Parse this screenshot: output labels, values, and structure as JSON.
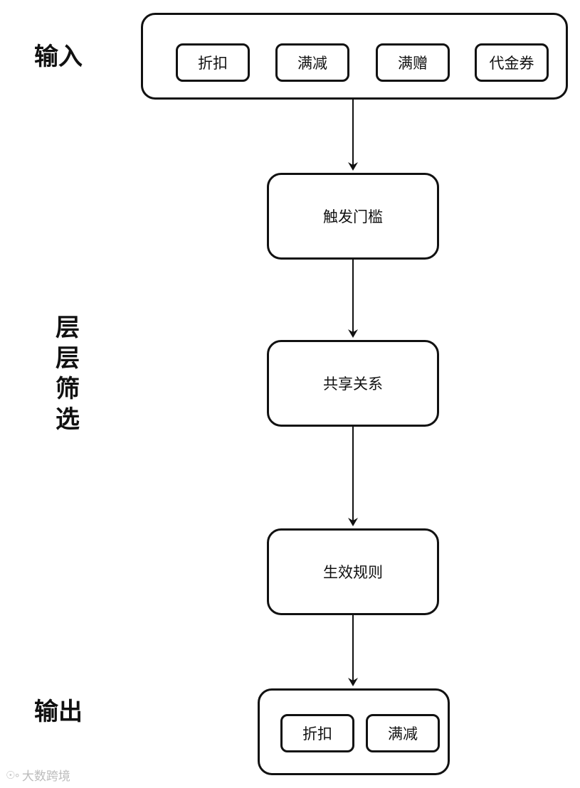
{
  "labels": {
    "input": "输入",
    "filter": "层层筛选",
    "output": "输出"
  },
  "input_group": {
    "items": [
      "折扣",
      "满减",
      "满赠",
      "代金券"
    ]
  },
  "steps": [
    "触发门槛",
    "共享关系",
    "生效规则"
  ],
  "output_group": {
    "items": [
      "折扣",
      "满减"
    ]
  },
  "watermark": {
    "text": "大数跨境",
    "icon": "logo-icon"
  },
  "colors": {
    "stroke": "#111111",
    "background": "#ffffff",
    "watermark": "#bcbcbc"
  }
}
